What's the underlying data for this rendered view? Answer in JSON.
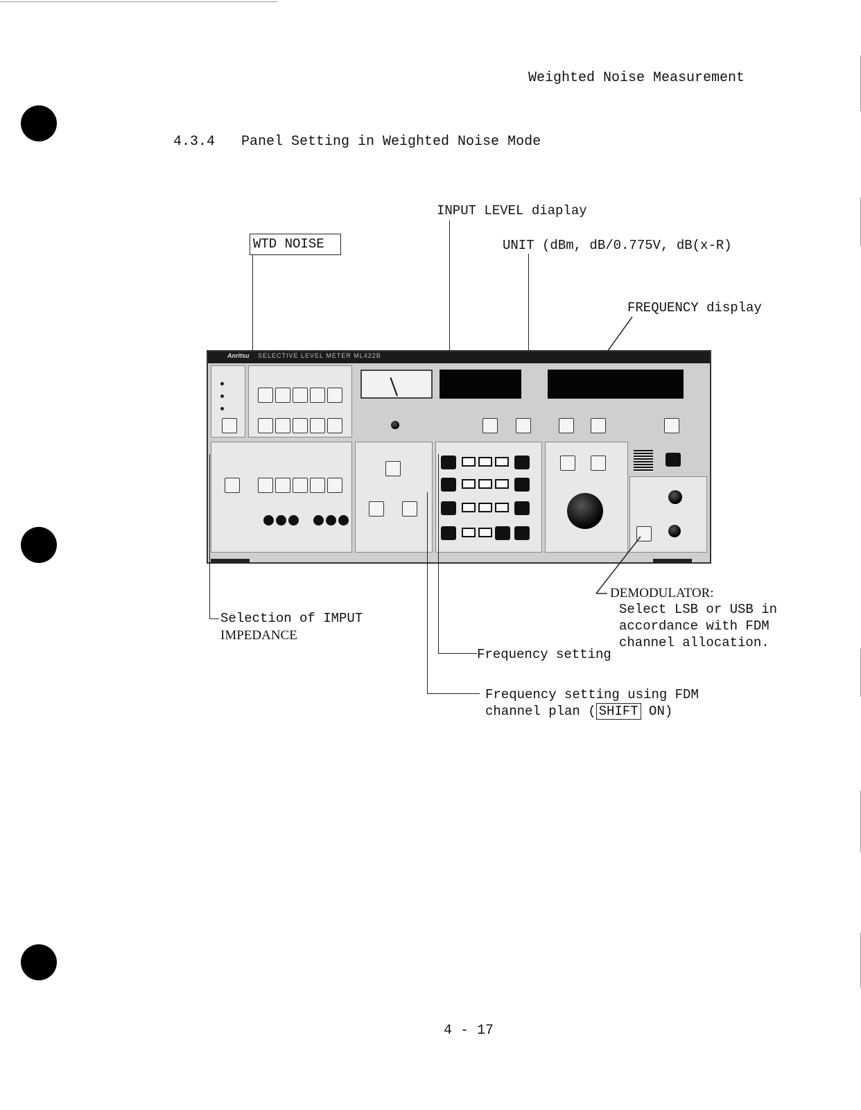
{
  "page": {
    "header": "Weighted Noise Measurement",
    "section_number": "4.3.4",
    "section_title": "Panel Setting in Weighted Noise Mode",
    "page_number": "4 - 17"
  },
  "callouts": {
    "wtd_noise": "WTD NOISE",
    "input_level": "INPUT LEVEL diaplay",
    "unit": "UNIT (dBm, dB/0.775V, dB(x-R)",
    "frequency_display": "FREQUENCY display",
    "demodulator_title": "DEMODULATOR:",
    "demodulator_line1": "Select LSB or USB in",
    "demodulator_line2": "accordance with FDM",
    "demodulator_line3": "channel allocation.",
    "impedance_line1": "Selection of IMPUT",
    "impedance_line2": "IMPEDANCE",
    "frequency_setting": "Frequency setting",
    "fdm_line1": "Frequency setting using FDM",
    "fdm_line2_pre": "channel plan (",
    "fdm_key": "SHIFT",
    "fdm_line2_post": " ON)"
  },
  "panel": {
    "brand": "Anritsu",
    "model": "SELECTIVE LEVEL METER ML422B"
  }
}
